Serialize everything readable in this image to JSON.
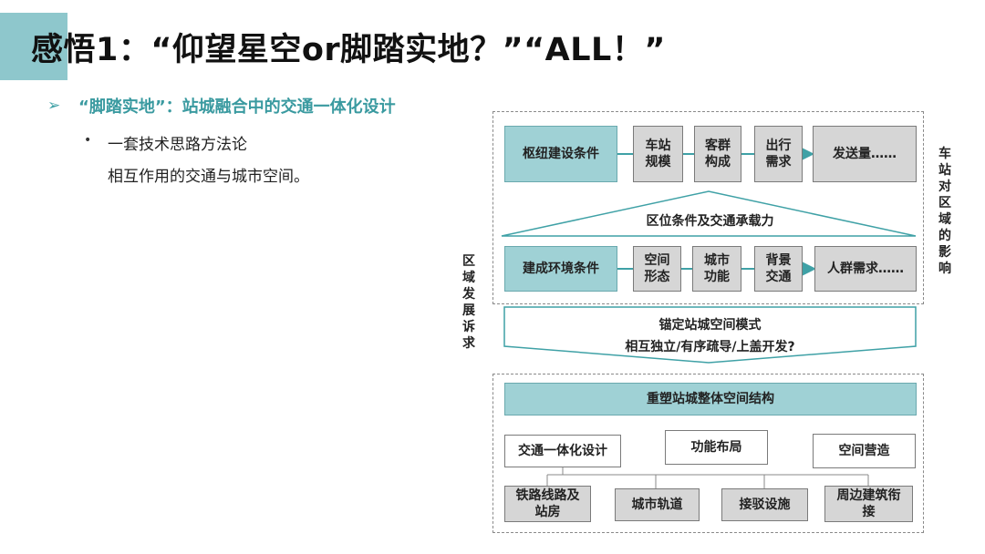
{
  "header": {
    "title": "感悟1：“仰望星空or脚踏实地？”“ALL！”",
    "subtitle": "“脚踏实地”：站城融合中的交通一体化设计",
    "bullet_symbol": "•",
    "bullet_text": "一套技术思路方法论",
    "bullet_text2": "相互作用的交通与城市空间。"
  },
  "diagram": {
    "left_side_label": "区域发展诉求",
    "right_side_label": "车站对区域的影响",
    "row1": {
      "main": "枢纽建设条件",
      "items": [
        "车站规模",
        "客群构成",
        "出行需求"
      ],
      "end": "发送量……"
    },
    "triangle_label": "区位条件及交通承载力",
    "row2": {
      "main": "建成环境条件",
      "items": [
        "空间形态",
        "城市功能",
        "背景交通"
      ],
      "end": "人群需求……"
    },
    "chevron": {
      "line1": "锚定站城空间模式",
      "line2": "相互独立/有序疏导/上盖开发?"
    },
    "restructure": "重塑站城整体空间结构",
    "mid_row": [
      "交通一体化设计",
      "功能布局",
      "空间营造"
    ],
    "bottom_row": [
      "铁路线路及站房",
      "城市轨道",
      "接驳设施",
      "周边建筑衔接"
    ]
  }
}
